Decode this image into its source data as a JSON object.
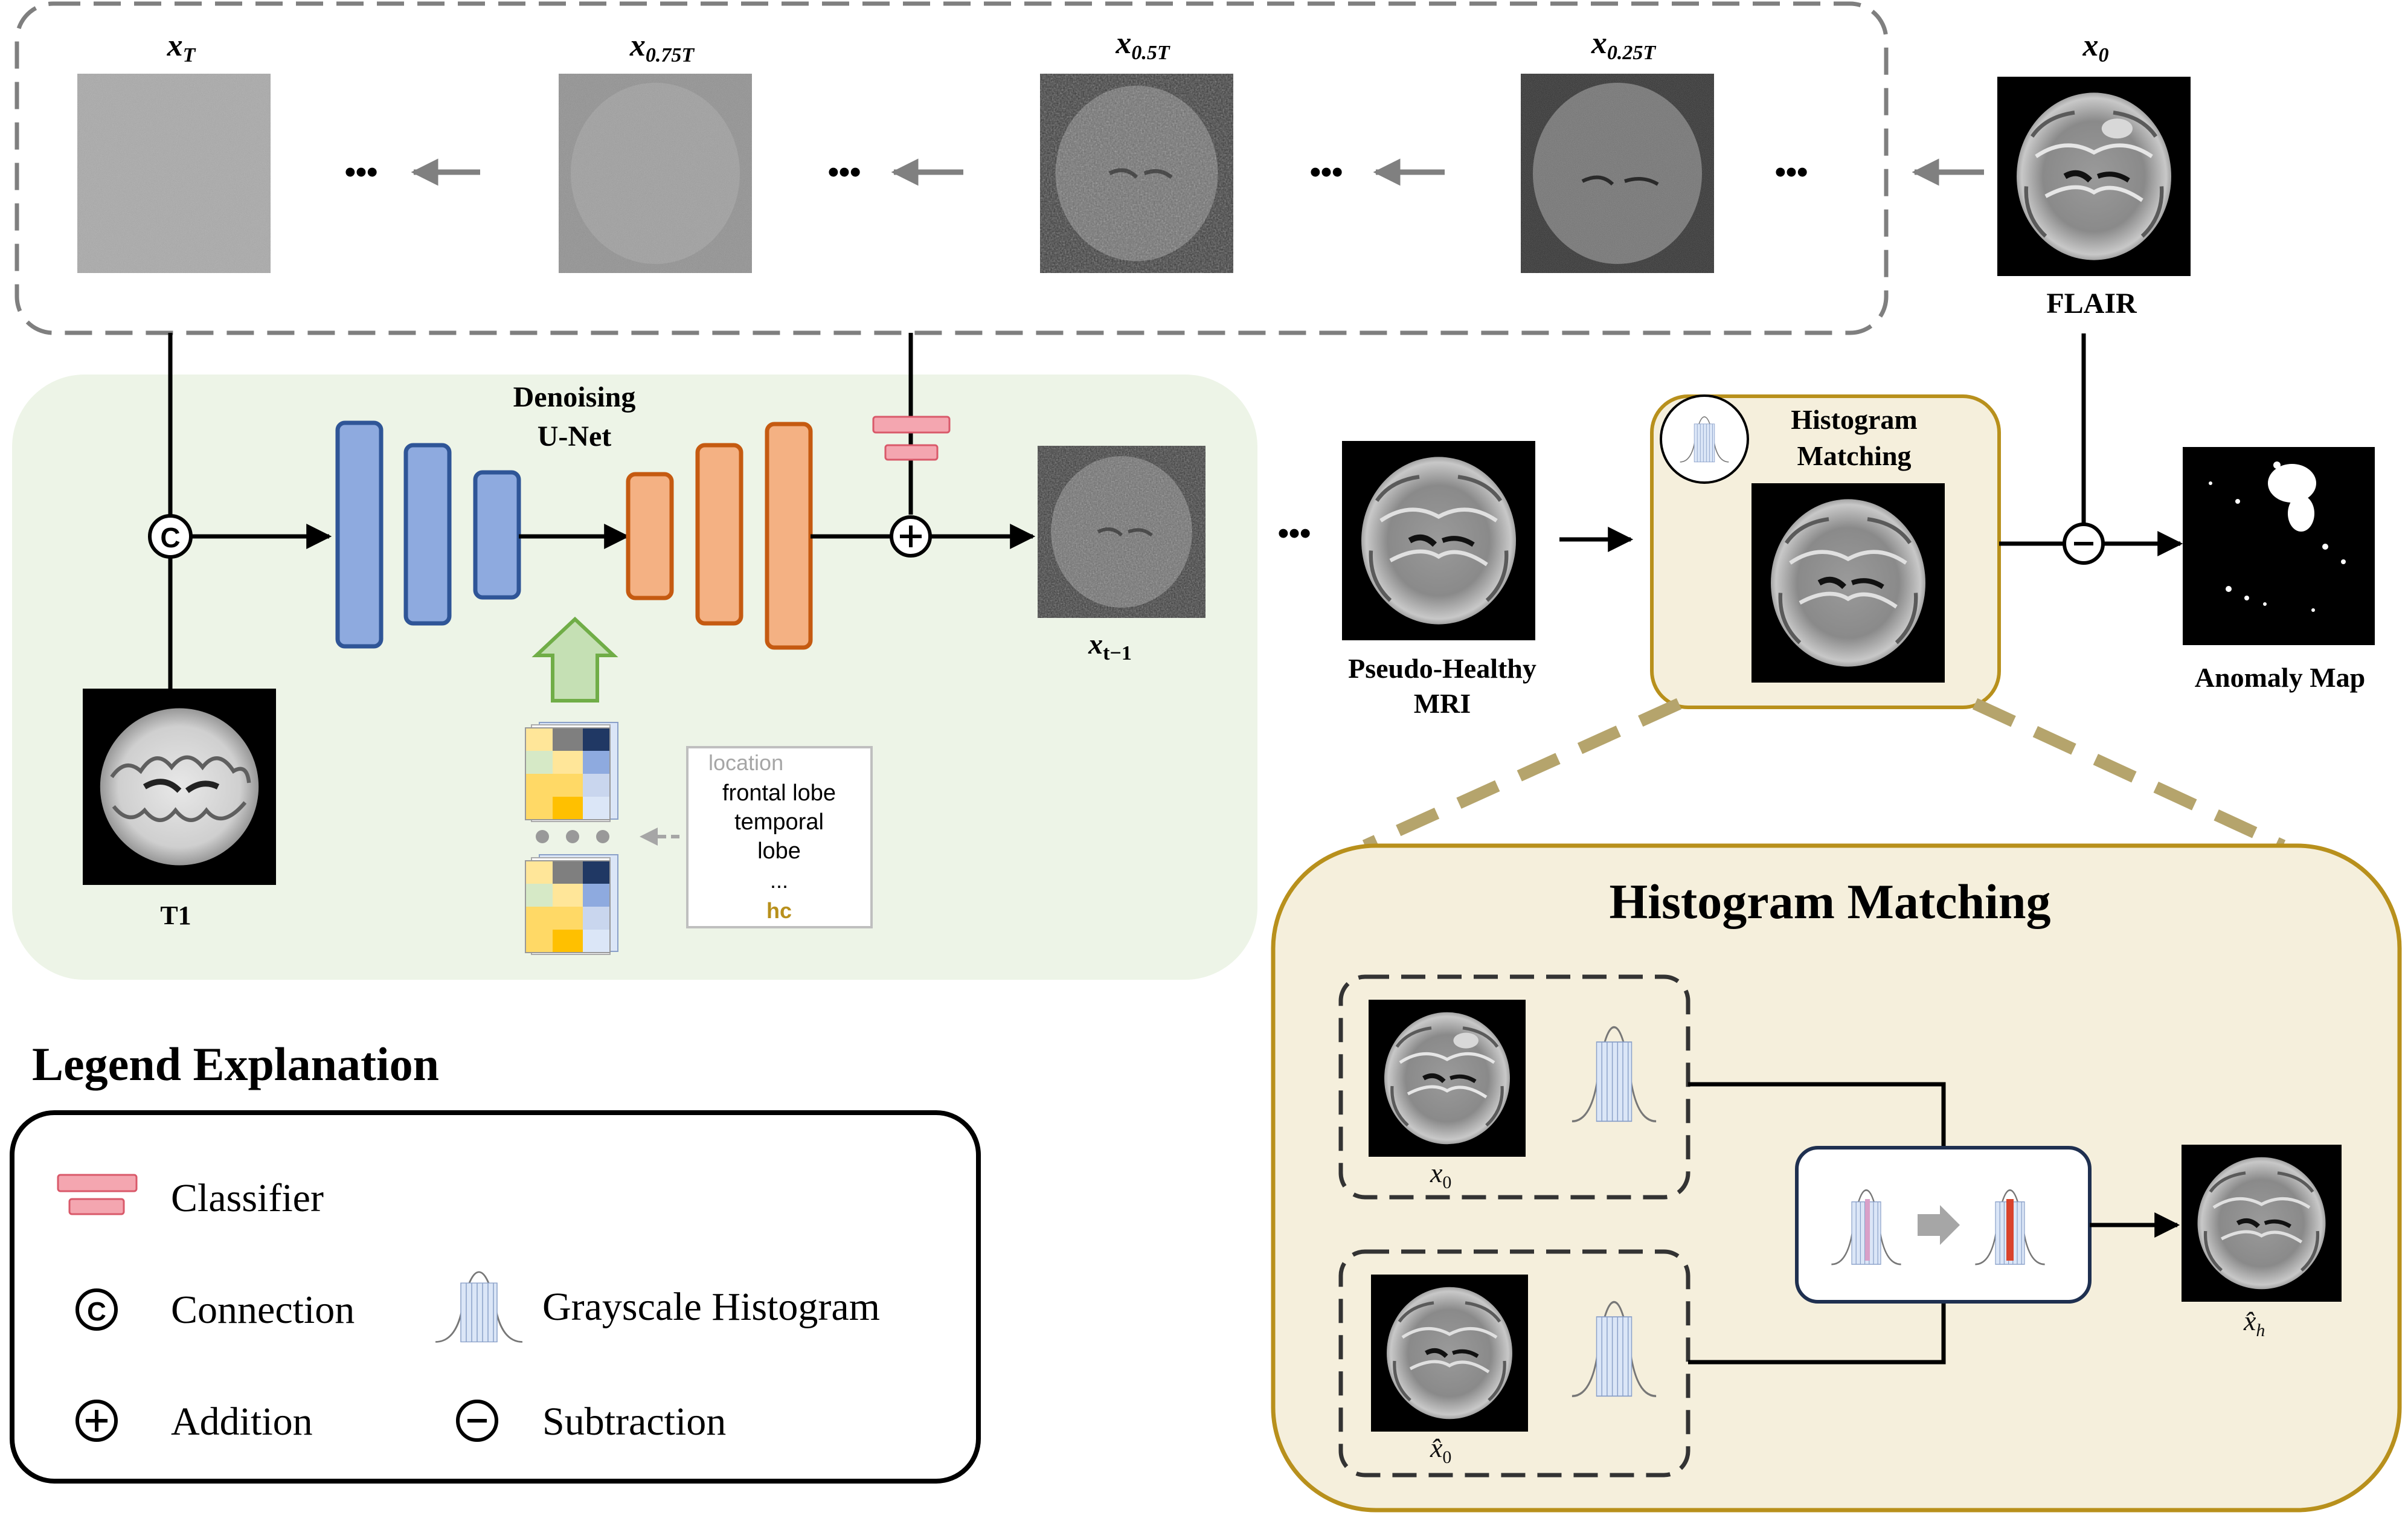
{
  "diffusion": {
    "steps": [
      {
        "base": "x",
        "sub": "T"
      },
      {
        "base": "x",
        "sub": "0.75T"
      },
      {
        "base": "x",
        "sub": "0.5T"
      },
      {
        "base": "x",
        "sub": "0.25T"
      },
      {
        "base": "x",
        "sub": "0"
      }
    ],
    "ellipsis": "•••",
    "flair_label": "FLAIR"
  },
  "unet": {
    "title_line1": "Denoising",
    "title_line2": "U-Net",
    "t1_label": "T1",
    "xt1": {
      "base": "x",
      "sub": "t−1"
    },
    "location_header": "location",
    "location_items": [
      "frontal lobe",
      "temporal",
      "lobe",
      "...",
      "hc"
    ]
  },
  "pipeline": {
    "ellipsis": "•••",
    "pseudo_healthy_line1": "Pseudo-Healthy",
    "pseudo_healthy_line2": "MRI",
    "hm_small_line1": "Histogram",
    "hm_small_line2": "Matching",
    "anomaly_label": "Anomaly Map"
  },
  "hm_detail": {
    "title": "Histogram Matching",
    "x0_label": {
      "base": "x",
      "sub": "0"
    },
    "xhat0_label": {
      "base": "x̂",
      "sub": "0"
    },
    "xhath_label": {
      "base": "x̂",
      "sub": "h"
    }
  },
  "legend": {
    "title": "Legend Explanation",
    "classifier": "Classifier",
    "connection": "Connection",
    "addition": "Addition",
    "grayscale_histogram": "Grayscale Histogram",
    "subtraction": "Subtraction",
    "connection_symbol": "C"
  },
  "colors": {
    "unet_panel_bg": "#edf4e7",
    "encoder_fill": "#8eaadf",
    "encoder_stroke": "#2f5597",
    "decoder_fill": "#f4b183",
    "decoder_stroke": "#c55a11",
    "classifier_fill": "#f4a6b0",
    "classifier_stroke": "#d9596a",
    "hm_fill": "#f5efdc",
    "hm_stroke": "#b8901c",
    "histogram_fill": "#dbe6f7",
    "gray_arrow": "#808080",
    "up_arrow_fill": "#c5e0b4",
    "up_arrow_stroke": "#70ad47",
    "hc_text": "#b8901c"
  }
}
